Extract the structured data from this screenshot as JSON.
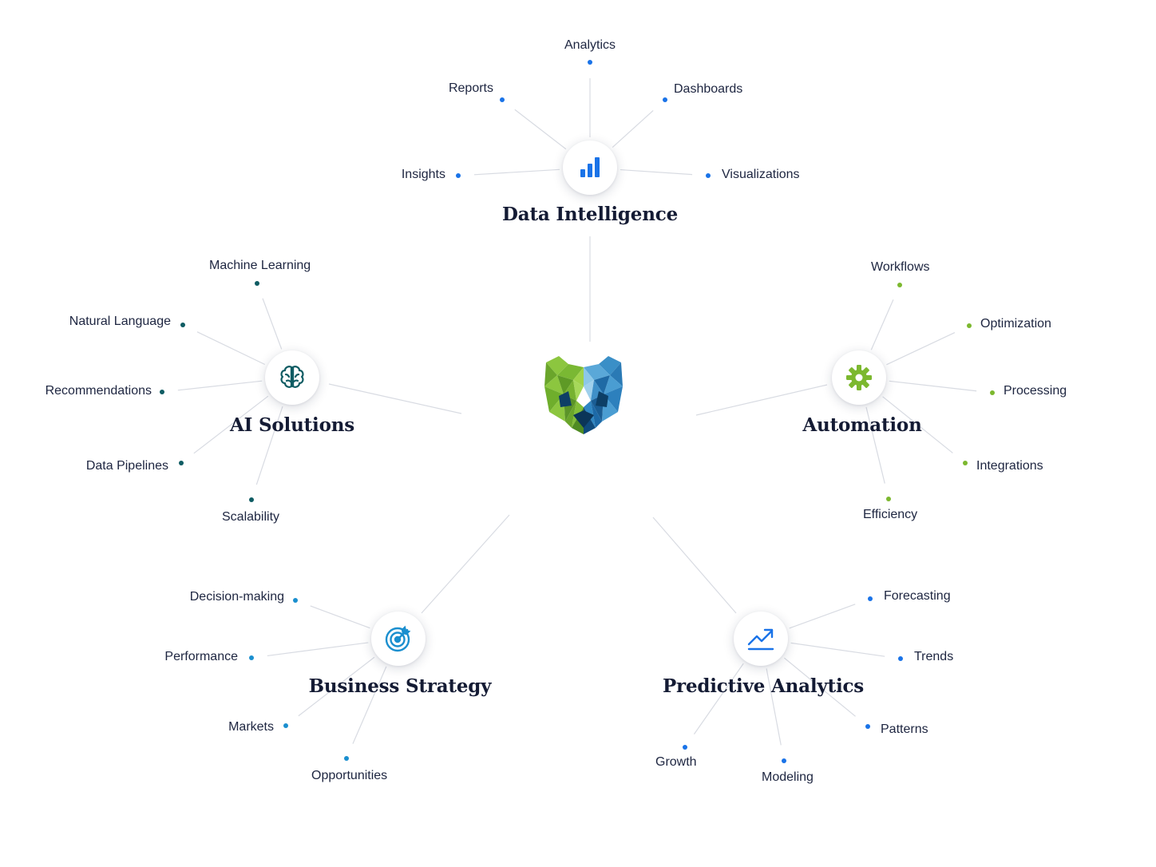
{
  "colors": {
    "line": "#d8dbe2",
    "data_intelligence": "#1a73e8",
    "ai_solutions": "#0f5c63",
    "automation": "#7cb82f",
    "business_strategy": "#1b8fcf",
    "predictive_analytics": "#1a73e8"
  },
  "center": {
    "icon": "polygon-bear-logo-icon"
  },
  "hubs": [
    {
      "id": "data-intelligence",
      "title": "Data Intelligence",
      "icon": "bar-chart-icon",
      "leaves": [
        "Analytics",
        "Reports",
        "Dashboards",
        "Insights",
        "Visualizations"
      ]
    },
    {
      "id": "ai-solutions",
      "title": "AI Solutions",
      "icon": "brain-icon",
      "leaves": [
        "Machine Learning",
        "Natural Language",
        "Recommendations",
        "Data Pipelines",
        "Scalability"
      ]
    },
    {
      "id": "automation",
      "title": "Automation",
      "icon": "gear-icon",
      "leaves": [
        "Workflows",
        "Optimization",
        "Processing",
        "Integrations",
        "Efficiency"
      ]
    },
    {
      "id": "business-strategy",
      "title": "Business Strategy",
      "icon": "target-icon",
      "leaves": [
        "Decision-making",
        "Performance",
        "Markets",
        "Opportunities"
      ]
    },
    {
      "id": "predictive-analytics",
      "title": "Predictive Analytics",
      "icon": "trend-up-icon",
      "leaves": [
        "Forecasting",
        "Trends",
        "Patterns",
        "Growth",
        "Modeling"
      ]
    }
  ]
}
